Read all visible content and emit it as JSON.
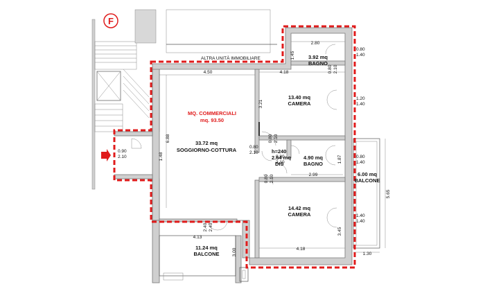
{
  "symbol": {
    "letter": "F"
  },
  "labels": {
    "other_unit": "ALTRA UNITÀ IMMOBILIARE",
    "commercial_title": "MQ. COMMERCIALI",
    "commercial_value": "mq. 93.50"
  },
  "rooms": {
    "bagno_top": {
      "area": "3.92 mq",
      "name": "BAGNO"
    },
    "camera_top": {
      "area": "13.40 mq",
      "name": "CAMERA"
    },
    "soggiorno": {
      "area": "33.72 mq",
      "name": "SOGGIORNO-COTTURA"
    },
    "disimpegno": {
      "height": "h=240",
      "area": "2.64 mq",
      "name": "DIS"
    },
    "bagno_mid": {
      "area": "4.90 mq",
      "name": "BAGNO"
    },
    "balcone_right": {
      "area": "6.00 mq",
      "name": "BALCONE"
    },
    "camera_bottom": {
      "area": "14.42 mq",
      "name": "CAMERA"
    },
    "balcone_bottom": {
      "area": "11.24 mq",
      "name": "BALCONE"
    }
  },
  "dimensions": {
    "d_280": "2.80",
    "d_145": "1.45",
    "d_080_140_a": [
      "0.80",
      "1.40"
    ],
    "d_450": "4.50",
    "d_418_top": "4.18",
    "d_080_210_a": [
      "0.80",
      "2.10"
    ],
    "d_321": "3.21",
    "d_120_140": [
      "1.20",
      "1.40"
    ],
    "d_688": "6.88",
    "d_090_210": [
      "0.90",
      "2.10"
    ],
    "d_148": "1.48",
    "d_080_210_b": [
      "0.80",
      "2.10"
    ],
    "d_080_210_c": [
      "0.80",
      "2.10"
    ],
    "d_080_210_d": [
      "0.80",
      "2.10"
    ],
    "d_080_210_e": [
      "0.80",
      "2.10"
    ],
    "d_187": "1.87",
    "d_080_140_b": [
      "0.80",
      "1.40"
    ],
    "d_299": "2.99",
    "d_565": "5.65",
    "d_140_140": [
      "1.40",
      "1.40"
    ],
    "d_345": "3.45",
    "d_240_240": [
      "2.40",
      "2.40"
    ],
    "d_413": "4.13",
    "d_300": "3.00",
    "d_418_bottom": "4.18",
    "d_130": "1.30"
  }
}
